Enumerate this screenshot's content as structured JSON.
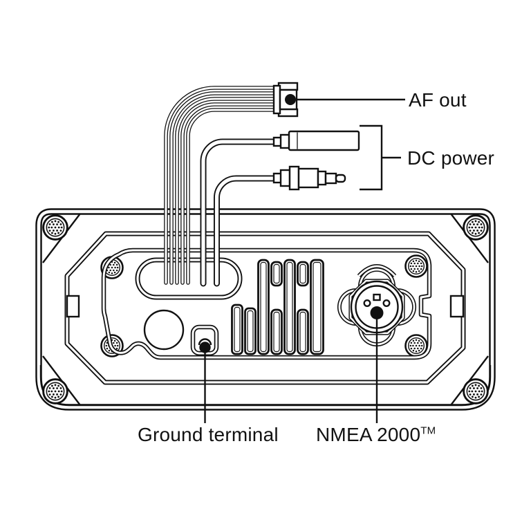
{
  "colors": {
    "line": "#111111",
    "background": "#ffffff"
  },
  "labels": {
    "af_out": "AF out",
    "dc_power": "DC power",
    "ground_terminal": "Ground terminal",
    "nmea_2000": "NMEA 2000",
    "nmea_tm": "TM"
  }
}
